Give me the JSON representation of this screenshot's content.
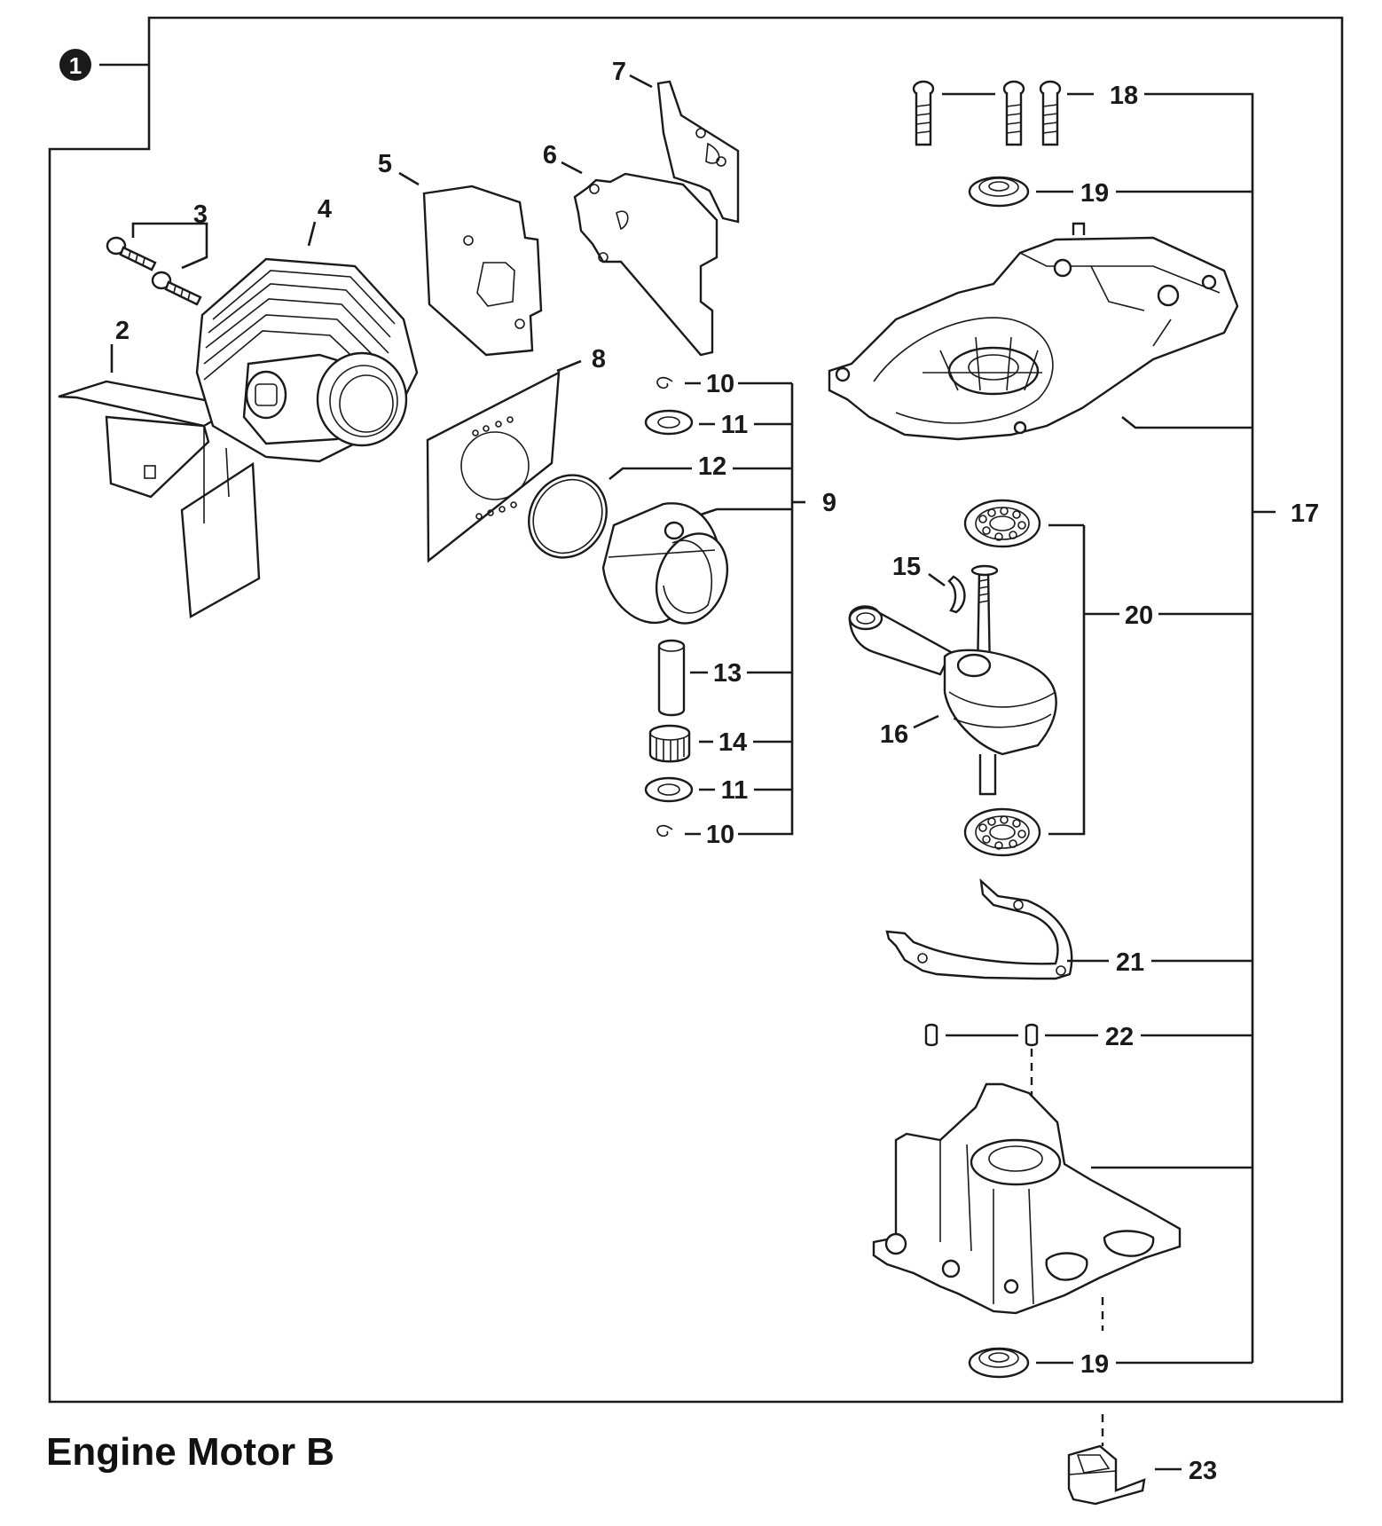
{
  "title": "Engine Motor B",
  "group_number": "1",
  "callouts": {
    "c2": "2",
    "c3": "3",
    "c4": "4",
    "c5": "5",
    "c6": "6",
    "c7": "7",
    "c8": "8",
    "c9": "9",
    "c10a": "10",
    "c10b": "10",
    "c11a": "11",
    "c11b": "11",
    "c12": "12",
    "c13": "13",
    "c14": "14",
    "c15": "15",
    "c16": "16",
    "c17": "17",
    "c18": "18",
    "c19a": "19",
    "c19b": "19",
    "c20": "20",
    "c21": "21",
    "c22": "22",
    "c23": "23"
  },
  "colors": {
    "ink": "#1a1a1a",
    "background": "#ffffff"
  }
}
